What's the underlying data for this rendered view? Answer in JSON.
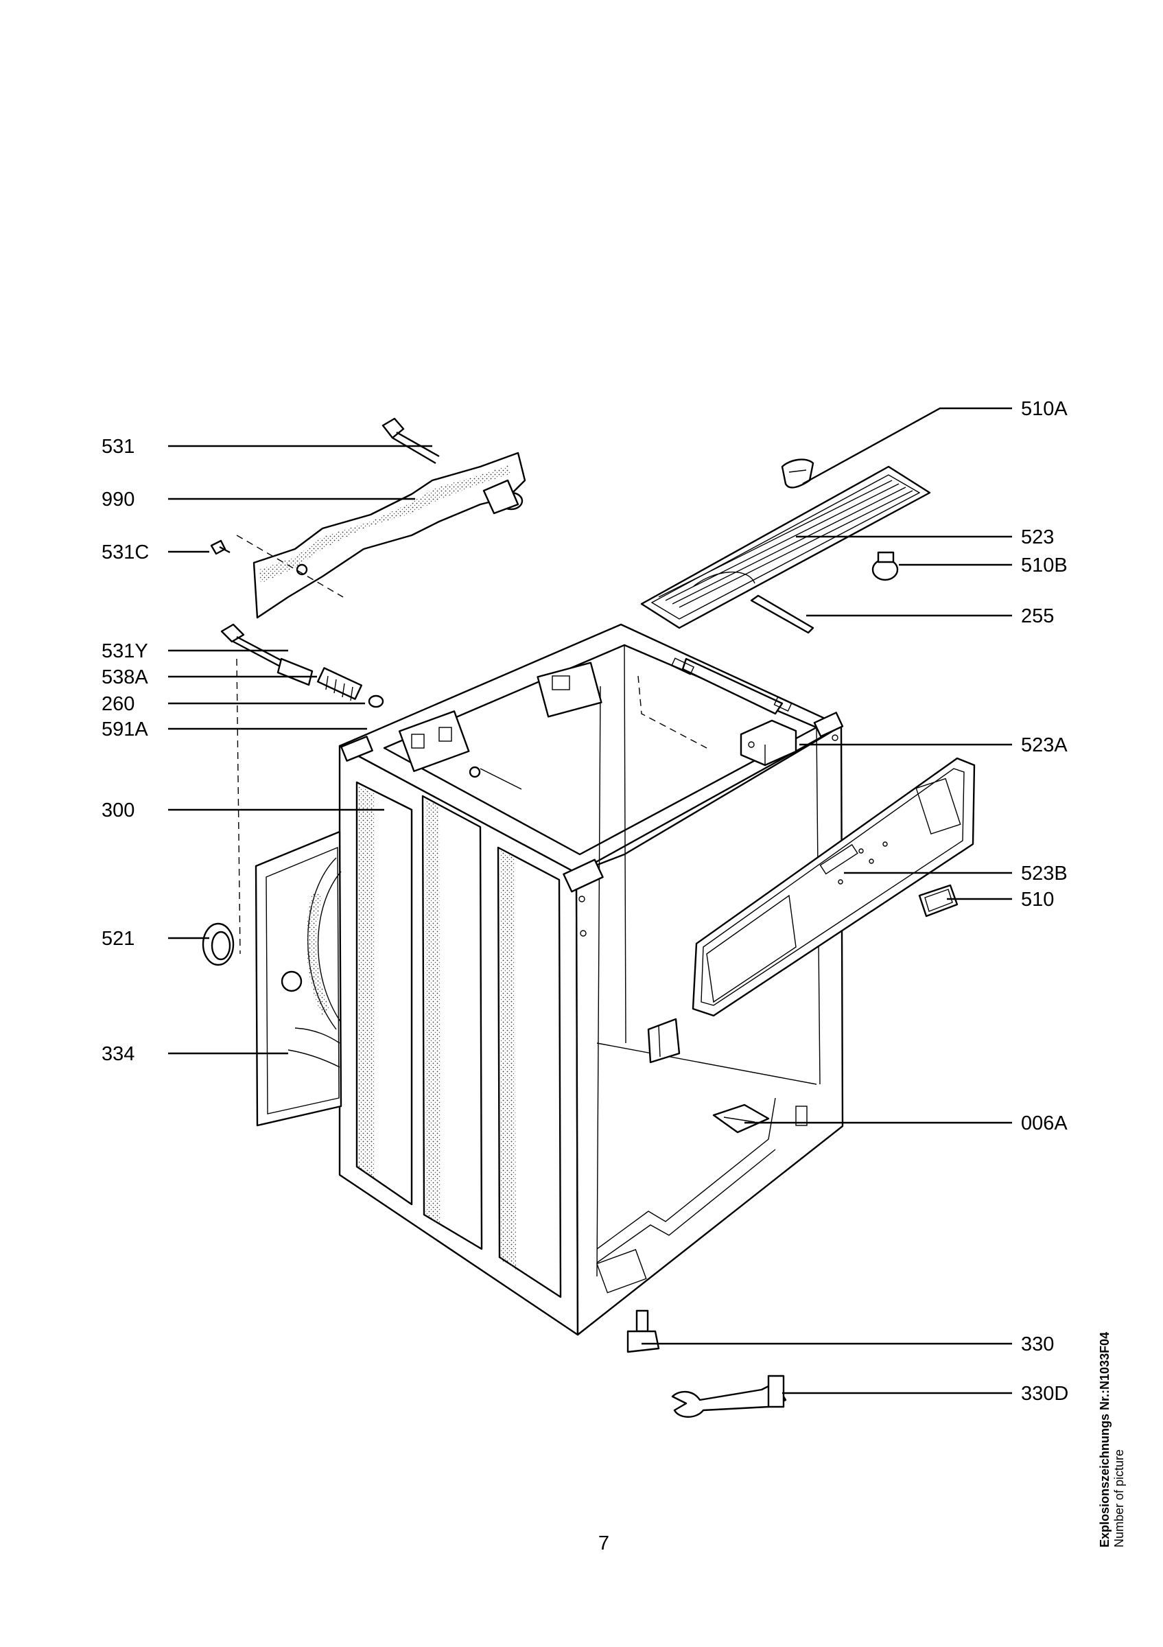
{
  "labels": {
    "l531": "531",
    "l990": "990",
    "l531C": "531C",
    "l531Y": "531Y",
    "l538A": "538A",
    "l260": "260",
    "l591A": "591A",
    "l300": "300",
    "l521": "521",
    "l334": "334",
    "l510A": "510A",
    "l523": "523",
    "l510B": "510B",
    "l255": "255",
    "l523A": "523A",
    "l523B": "523B",
    "l510": "510",
    "l006A": "006A",
    "l330": "330",
    "l330D": "330D"
  },
  "page_number": "7",
  "side_note": {
    "line1": "Explosionszeichnungs Nr.:N1033F04",
    "line2": "Number of picture"
  }
}
